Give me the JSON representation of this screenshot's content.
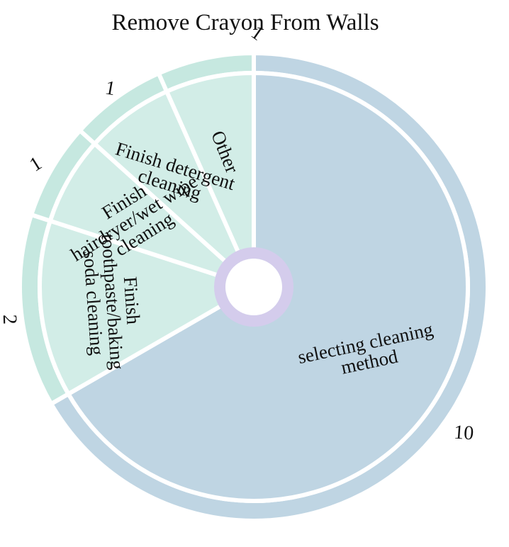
{
  "chart_data": {
    "type": "pie",
    "title": "Remove Crayon From Walls",
    "slices": [
      {
        "label": "selecting cleaning method",
        "label_lines": [
          "selecting cleaning",
          "method"
        ],
        "value": 10,
        "value_label": "10",
        "color": "#bfd5e3",
        "ring_color": "#bfd5e3"
      },
      {
        "label": "Finish toothpaste/baking soda cleaning",
        "label_lines": [
          "Finish",
          "toothpaste/baking",
          "soda cleaning"
        ],
        "value": 2,
        "value_label": "2",
        "color": "#d2ede7",
        "ring_color": "#c6e8e0"
      },
      {
        "label": "Finish hairdryer/wet wipe cleaning",
        "label_lines": [
          "Finish",
          "hairdryer/wet wipe",
          "cleaning"
        ],
        "value": 1,
        "value_label": "1",
        "color": "#d2ede7",
        "ring_color": "#c6e8e0"
      },
      {
        "label": "Finish detergent cleaning",
        "label_lines": [
          "Finish detergent",
          "cleaning"
        ],
        "value": 1,
        "value_label": "1",
        "color": "#d2ede7",
        "ring_color": "#c6e8e0"
      },
      {
        "label": "Other",
        "label_lines": [
          "Other"
        ],
        "value": 1,
        "value_label": "1",
        "color": "#d2ede7",
        "ring_color": "#c6e8e0"
      }
    ],
    "center_ring_color": "#d4ccec",
    "start": "12 o'clock",
    "direction": "clockwise",
    "legend": "none"
  }
}
